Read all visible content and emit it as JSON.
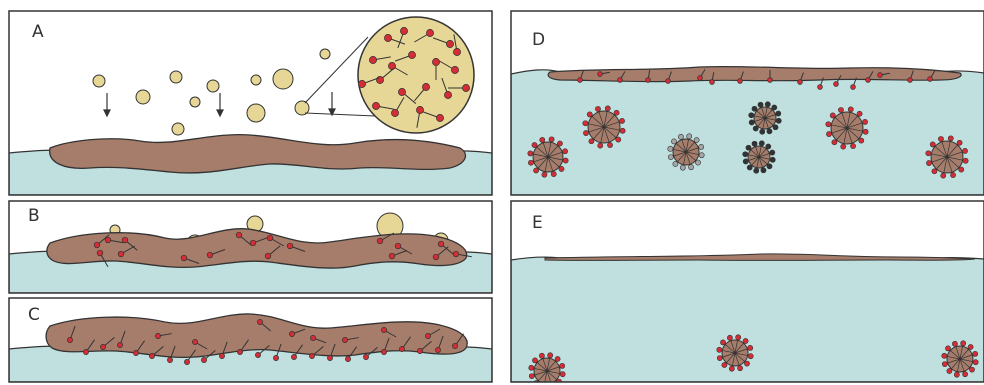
{
  "panels": {
    "a": {
      "label": "A"
    },
    "b": {
      "label": "B"
    },
    "c": {
      "label": "C"
    },
    "d": {
      "label": "D"
    },
    "e": {
      "label": "E"
    }
  },
  "colors": {
    "water": "#bfe0df",
    "oil": "#a67d6b",
    "droplet": "#e6d796",
    "surfactant_head": "#d42d35",
    "outline": "#333333",
    "micelle_grey_head": "#a5a5a5"
  }
}
